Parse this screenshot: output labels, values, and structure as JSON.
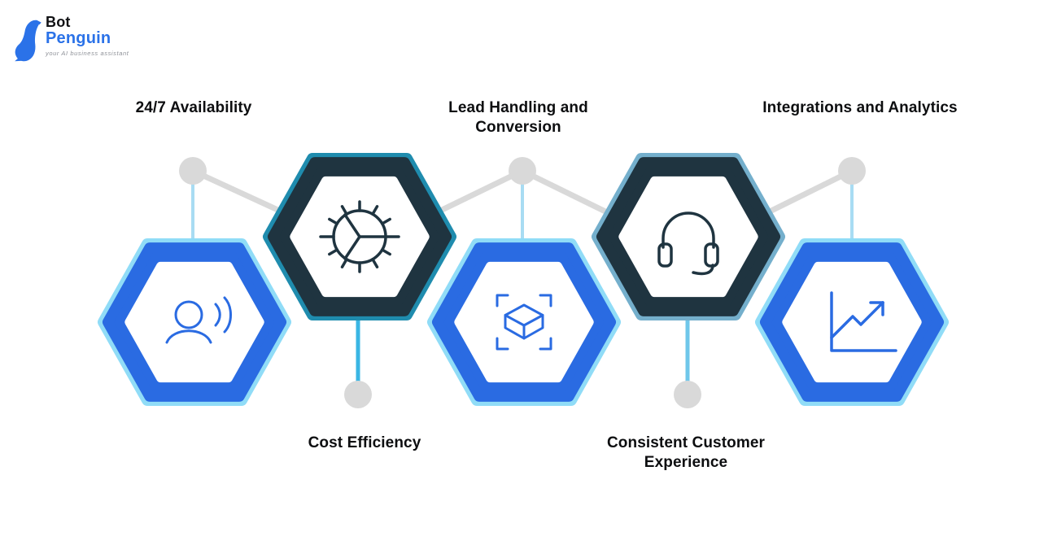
{
  "logo": {
    "brand_top": "Bot",
    "brand_bottom": "Penguin",
    "tagline": "your AI business assistant"
  },
  "features": [
    {
      "id": "availability",
      "label": "24/7 Availability",
      "icon": "voice-user-icon",
      "hex_style": "blue-light",
      "label_position": "top"
    },
    {
      "id": "cost-efficiency",
      "label": "Cost Efficiency",
      "icon": "gear-dial-icon",
      "hex_style": "dark-teal",
      "label_position": "bottom"
    },
    {
      "id": "lead-handling",
      "label": "Lead Handling and Conversion",
      "icon": "cube-scan-icon",
      "hex_style": "blue-light",
      "label_position": "top"
    },
    {
      "id": "customer-experience",
      "label": "Consistent Customer Experience",
      "icon": "headset-icon",
      "hex_style": "dark-steel",
      "label_position": "bottom"
    },
    {
      "id": "integrations",
      "label": "Integrations and Analytics",
      "icon": "line-chart-icon",
      "hex_style": "blue-light",
      "label_position": "top"
    }
  ],
  "colors": {
    "blue": "#2A6BE2",
    "lightblue": "#90DCF7",
    "dark": "#1F3440",
    "teal": "#1F8CAE",
    "steel": "#74AFCC",
    "gray": "#D9D9D9",
    "cyanlight": "#A8DCF3",
    "cyan": "#3AB6E4",
    "cyanmid": "#6FC7EA",
    "ink": "#101114",
    "logoblue": "#2B72E8",
    "taggray": "#8D9097"
  }
}
